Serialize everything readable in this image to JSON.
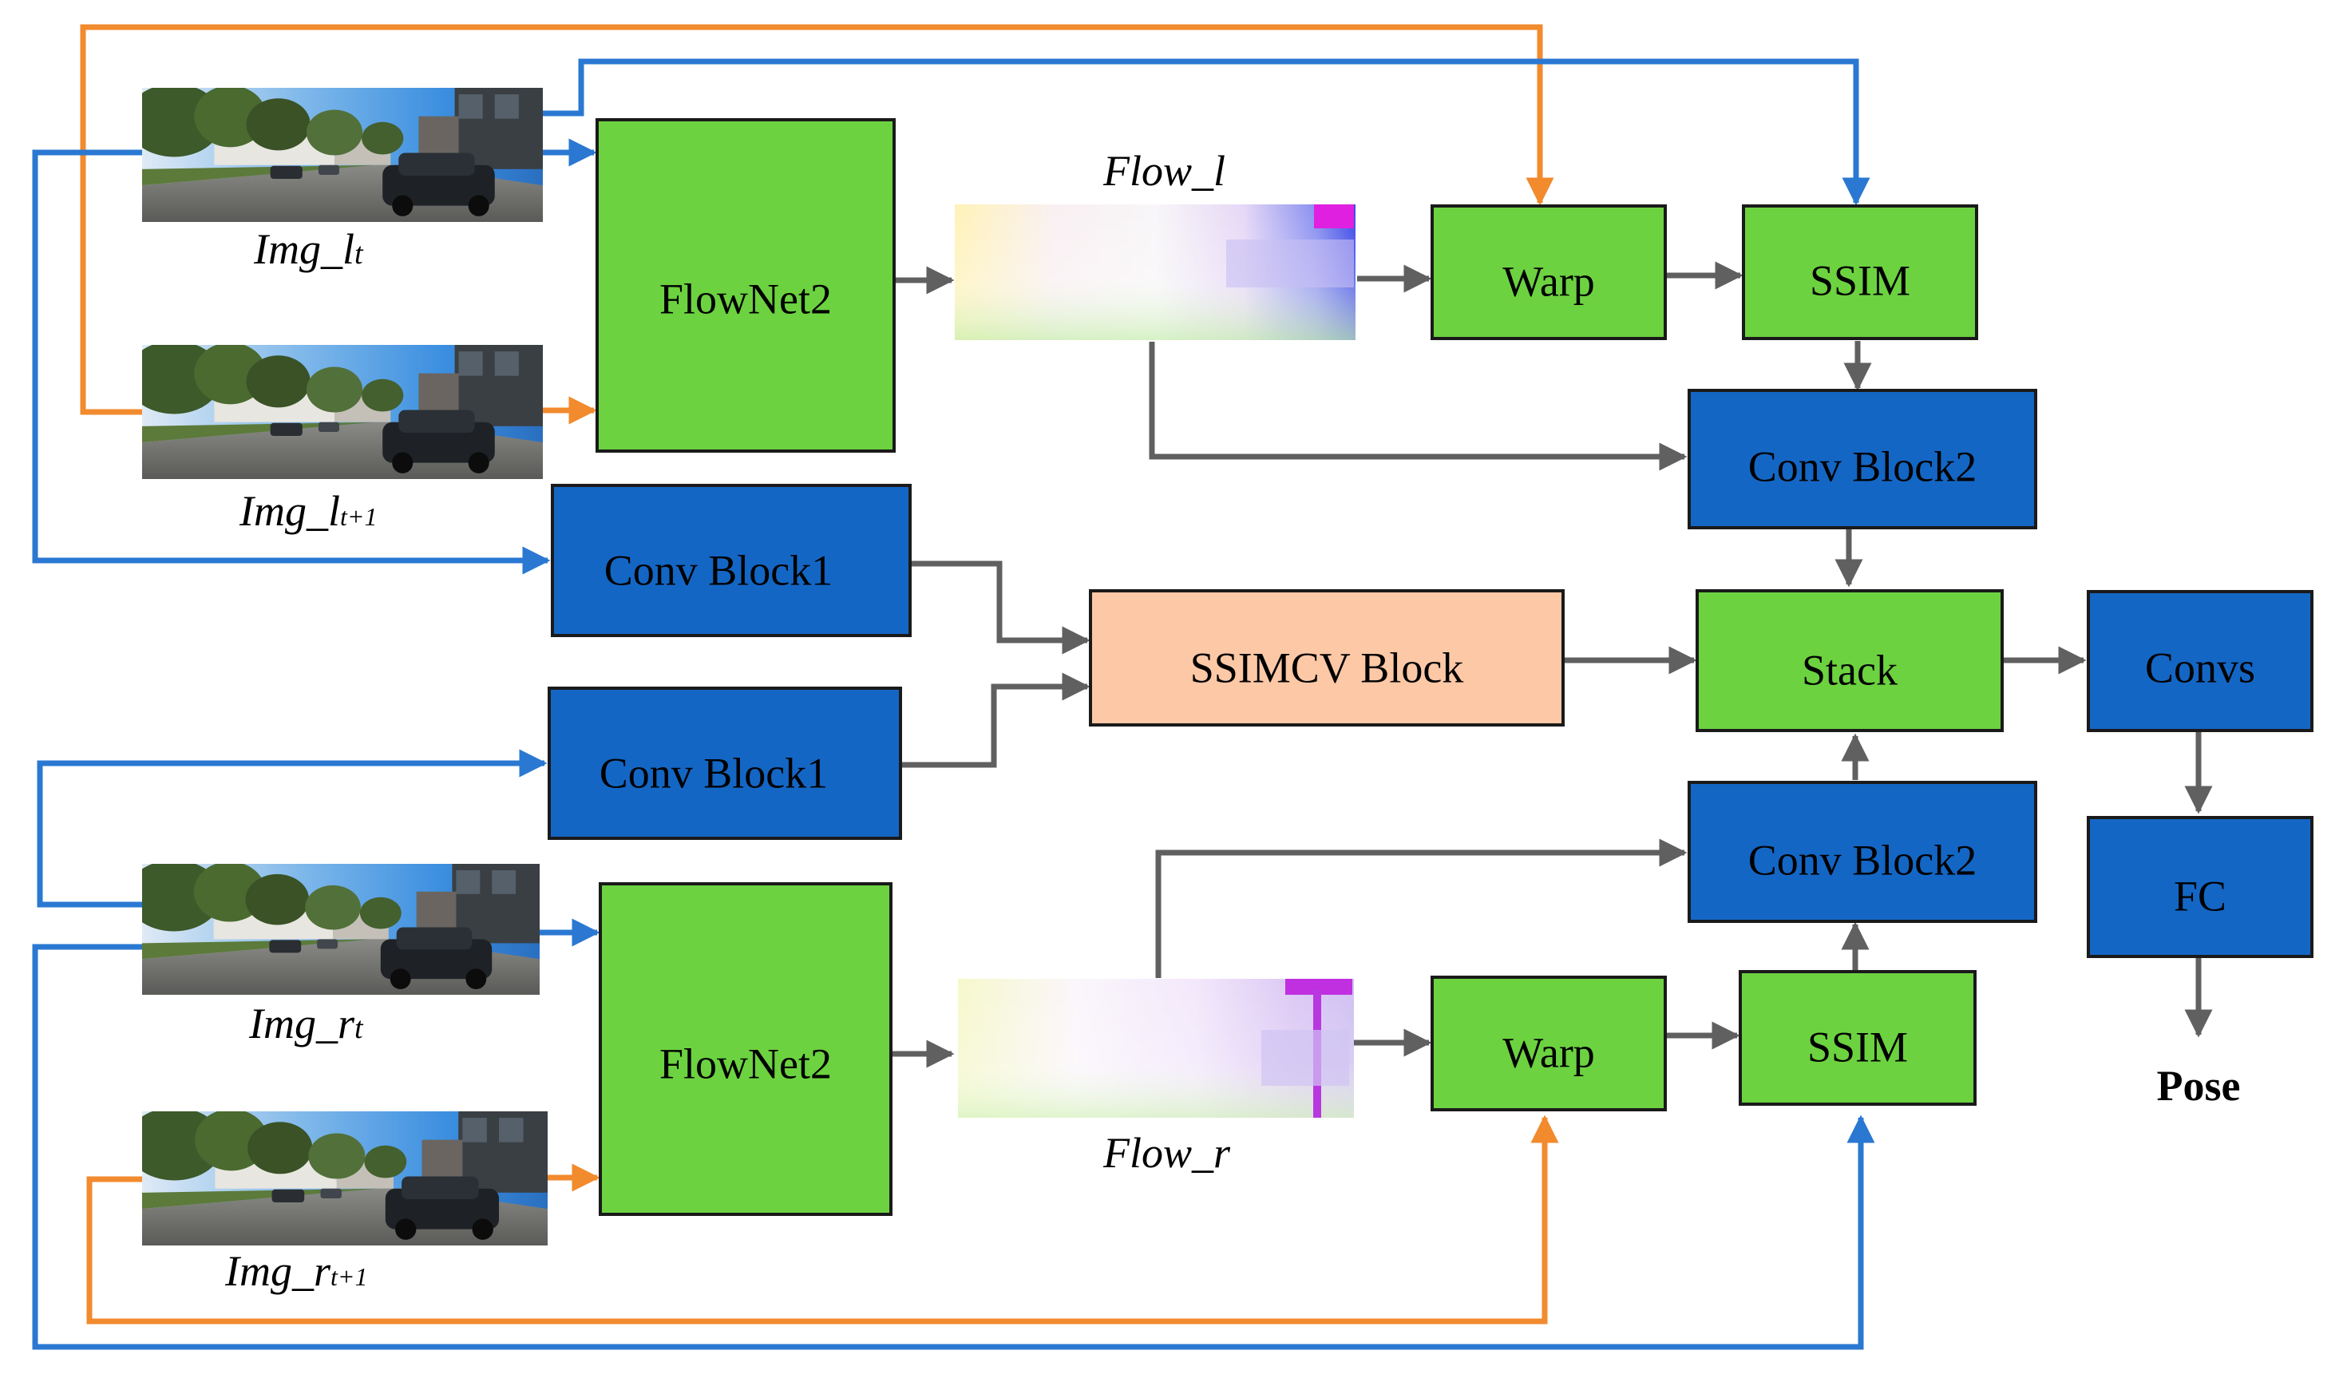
{
  "colors": {
    "green": "#6CD240",
    "blue": "#1466C4",
    "peach": "#FCC8A6",
    "gray_arrow": "#606060",
    "blue_arrow": "#2A78D2",
    "orange_arrow": "#F28A2E"
  },
  "images": {
    "img_lt": {
      "base": "Img_l",
      "sub": "t"
    },
    "img_lt1": {
      "base": "Img_l",
      "sub": "t+1"
    },
    "img_rt": {
      "base": "Img_r",
      "sub": "t"
    },
    "img_rt1": {
      "base": "Img_r",
      "sub": "t+1"
    }
  },
  "flows": {
    "flow_l": "Flow_l",
    "flow_r": "Flow_r"
  },
  "blocks": {
    "flownet_top": "FlowNet2",
    "flownet_bottom": "FlowNet2",
    "warp_top": "Warp",
    "warp_bottom": "Warp",
    "ssim_top": "SSIM",
    "ssim_bottom": "SSIM",
    "convblock2_top": "Conv Block2",
    "convblock2_bottom": "Conv Block2",
    "convblock1_top": "Conv Block1",
    "convblock1_bottom": "Conv Block1",
    "ssimcv": "SSIMCV Block",
    "stack": "Stack",
    "convs": "Convs",
    "fc": "FC"
  },
  "output": {
    "pose": "Pose"
  }
}
